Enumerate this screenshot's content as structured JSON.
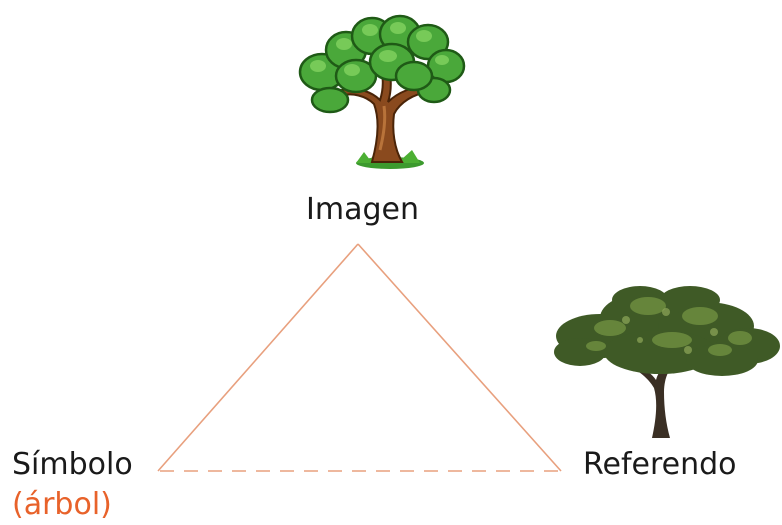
{
  "labels": {
    "imagen": "Imagen",
    "simbolo": "Símbolo",
    "arbol": "(árbol)",
    "referendo": "Referendo"
  },
  "colors": {
    "triangle_line": "#e8a07e",
    "accent_text": "#e8622a",
    "text": "#1a1a1a"
  },
  "icons": {
    "top": "cartoon-tree-icon",
    "right": "photo-tree-icon"
  }
}
